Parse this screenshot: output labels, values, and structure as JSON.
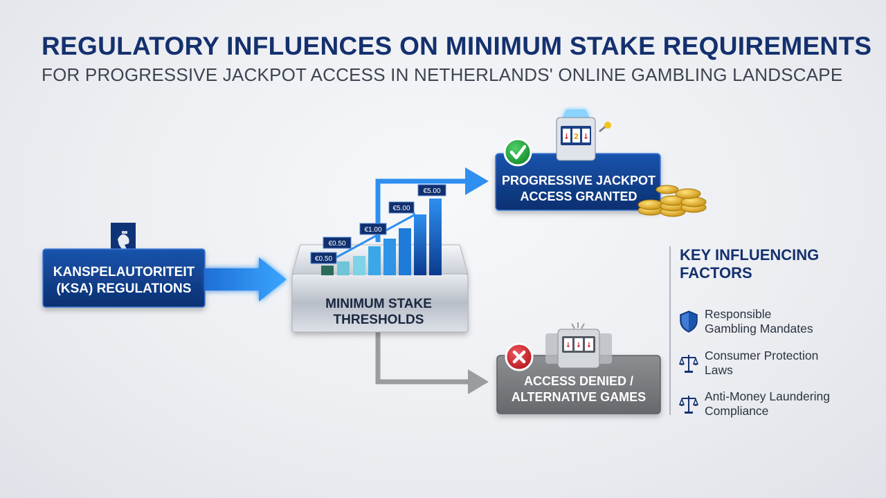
{
  "header": {
    "title": "REGULATORY INFLUENCES ON MINIMUM STAKE REQUIREMENTS",
    "subtitle": "FOR PROGRESSIVE JACKPOT ACCESS IN NETHERLANDS' ONLINE GAMBLING LANDSCAPE"
  },
  "nodes": {
    "ksa": {
      "line1": "KANSPELAUTORITEIT",
      "line2": "(KSA) REGULATIONS",
      "icon": "lion-crest-icon"
    },
    "thresholds": {
      "line1": "MINIMUM STAKE",
      "line2": "THRESHOLDS",
      "stake_labels": [
        "€0.50",
        "€0.50",
        "€1.00",
        "€5.00",
        "€5.00"
      ]
    },
    "granted": {
      "line1": "PROGRESSIVE JACKPOT",
      "line2": "ACCESS GRANTED",
      "icon": "check-icon"
    },
    "denied": {
      "line1": "ACCESS DENIED /",
      "line2": "ALTERNATIVE GAMES",
      "icon": "cross-icon"
    }
  },
  "factors": {
    "title_line1": "KEY INFLUENCING",
    "title_line2": "FACTORS",
    "items": [
      {
        "line1": "Responsible",
        "line2": "Gambling Mandates",
        "icon": "shield-icon"
      },
      {
        "line1": "Consumer Protection",
        "line2": "Laws",
        "icon": "scales-icon"
      },
      {
        "line1": "Anti-Money Laundering",
        "line2": "Compliance",
        "icon": "scales-icon"
      }
    ]
  },
  "colors": {
    "navy": "#14306e",
    "blue_box": "#0f3d8a",
    "arrow_blue": "#2f8ff0",
    "gray_box": "#7a7c80",
    "check_green": "#1fa53a",
    "cross_red": "#d3232a",
    "coin_gold": "#e6b422"
  }
}
